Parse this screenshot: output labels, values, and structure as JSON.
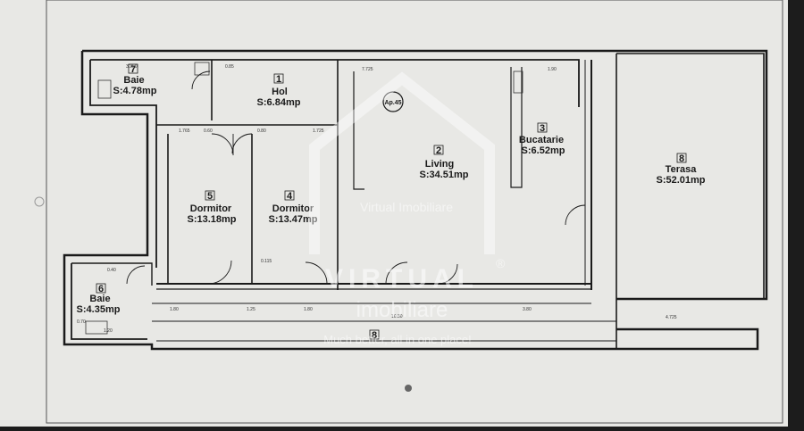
{
  "plan": {
    "apartment_label": "Ap.45",
    "rooms": [
      {
        "num": "1",
        "name": "Hol",
        "area": "S:6.84mp"
      },
      {
        "num": "2",
        "name": "Living",
        "area": "S:34.51mp"
      },
      {
        "num": "3",
        "name": "Bucatarie",
        "area": "S:6.52mp"
      },
      {
        "num": "4",
        "name": "Dormitor",
        "area": "S:13.47mp"
      },
      {
        "num": "5",
        "name": "Dormitor",
        "area": "S:13.18mp"
      },
      {
        "num": "6",
        "name": "Baie",
        "area": "S:4.35mp"
      },
      {
        "num": "7",
        "name": "Baie",
        "area": "S:4.78mp"
      },
      {
        "num": "8",
        "name": "Terasa",
        "area": "S:52.01mp"
      },
      {
        "num": "8",
        "name": "",
        "area": ""
      }
    ],
    "dimensions": {
      "d1": "3.350",
      "d2": "0.85",
      "d3": "7.725",
      "d4": "1.90",
      "d5": "1.765",
      "d6": "0.60",
      "d7": "0.80",
      "d8": "1.725",
      "d9": "0.115",
      "d10": "4.725",
      "d11": "1.80",
      "d12": "1.25",
      "d13": "1.80",
      "d14": "3.80",
      "d15": "10.80",
      "d16": "0.40",
      "d17": "0.70",
      "d18": "1.20"
    }
  },
  "watermark": {
    "line1": "Virtual Imobiliare",
    "line2": "VIRTUAL",
    "line3": "imobiliare",
    "tagline": "Much better, all in one place!",
    "reg": "®"
  },
  "colors": {
    "paper": "#e9e9e6",
    "wall": "#1a1a1a",
    "frame": "#2a2a2a"
  }
}
